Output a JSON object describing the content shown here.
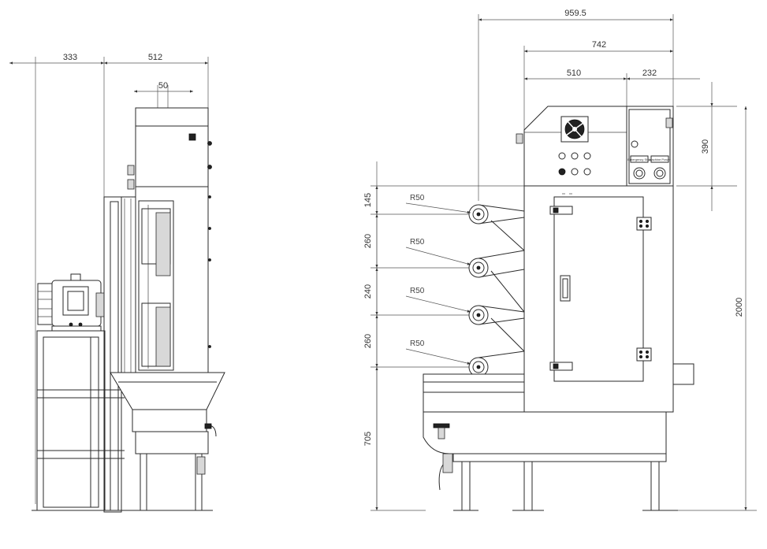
{
  "dimensions": {
    "side_view": {
      "motor_offset": "333",
      "body_depth": "512",
      "hopper_offset": "50"
    },
    "front_view": {
      "overall_width": "959.5",
      "body_width": "742",
      "cabinet_width": "510",
      "side_box_width": "232",
      "top_box_height": "390",
      "overall_height": "2000",
      "roller_spacing_1": "145",
      "roller_spacing_2": "260",
      "roller_spacing_3": "240",
      "roller_spacing_4": "260",
      "base_height": "705"
    }
  },
  "roller_radii": [
    "R50",
    "R50",
    "R50",
    "R50"
  ],
  "panel_labels": [
    "Emergency Stop",
    "Machine Power"
  ]
}
